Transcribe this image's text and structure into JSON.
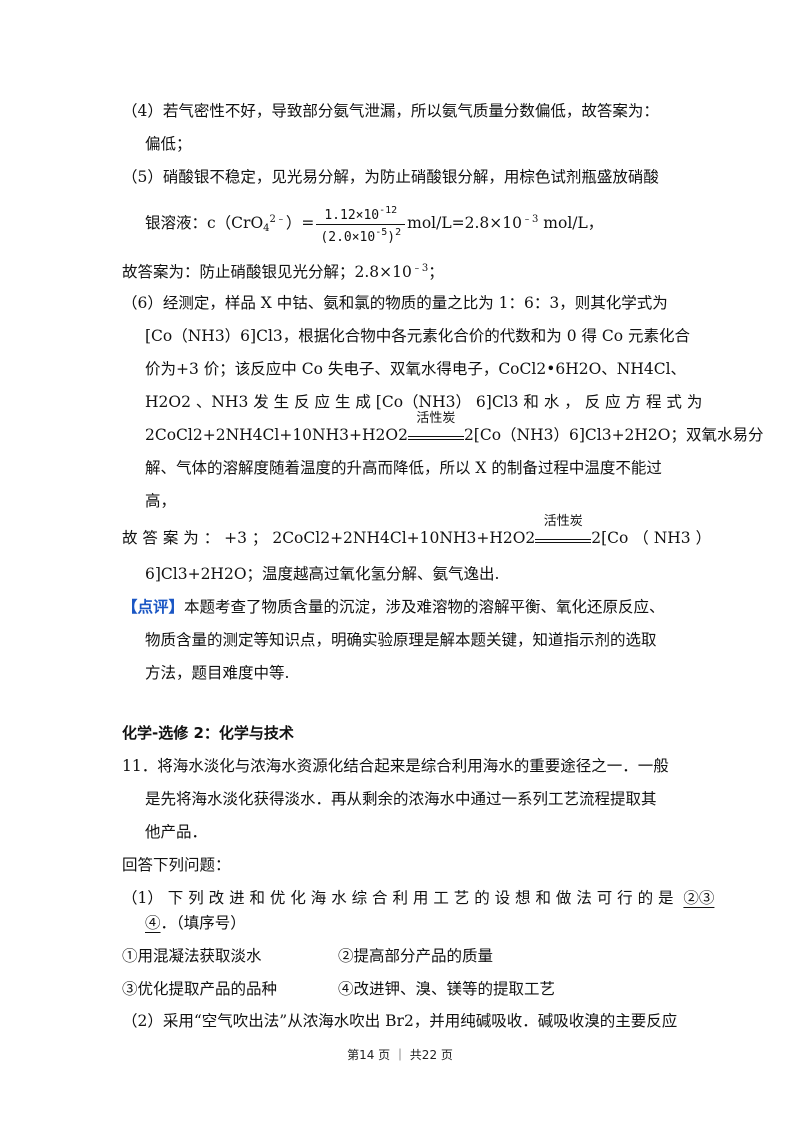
{
  "q4": {
    "line1": "（4）若气密性不好，导致部分氨气泄漏，所以氨气质量分数偏低，故答案为：",
    "line2": "偏低；"
  },
  "q5": {
    "line1": "（5）硝酸银不稳定，见光易分解，为防止硝酸银分解，用棕色试剂瓶盛放硝酸",
    "line2_prefix": "银溶液：c（CrO",
    "line2_sub": "4",
    "line2_sup": "2﹣",
    "line2_mid": "）=",
    "frac_num": "1.12×10",
    "frac_num_exp": "-12",
    "frac_den": "(2.0×10",
    "frac_den_exp": "-5",
    "frac_den_tail": ")",
    "frac_den_pow": "2",
    "line2_tail": "mol/L=2.8×10",
    "line2_tail_exp": "﹣3",
    "line2_unit": " mol/L，",
    "answer_prefix": "故答案为：防止硝酸银见光分解；2.8×10",
    "answer_exp": "﹣3",
    "answer_end": "；"
  },
  "q6": {
    "line1": "（6）经测定，样品 X 中钴、氨和氯的物质的量之比为 1：6：3，则其化学式为",
    "line2": "[Co（NH3）6]Cl3，根据化合物中各元素化合价的代数和为 0 得 Co 元素化合",
    "line3": "价为+3 价；该反应中 Co 失电子、双氧水得电子，CoCl2•6H2O、NH4Cl、",
    "line4": "H2O2 、NH3 发 生 反 应 生 成 [Co（NH3） 6]Cl3 和 水 ， 反 应 方 程 式 为",
    "catalyst": "活性炭",
    "line5_left": "2CoCl2+2NH4Cl+10NH3+H2O2",
    "line5_right": "2[Co（NH3）6]Cl3+2H2O；双氧水易分",
    "line6": "解、气体的溶解度随着温度的升高而降低，所以 X 的制备过程中温度不能过",
    "line7": "高，",
    "answer_left": "故 答 案 为 ：  +3 ；  2CoCl2+2NH4Cl+10NH3+H2O2",
    "answer_right": "2[Co （ NH3 ）",
    "answer_line2": "6]Cl3+2H2O；温度越高过氧化氢分解、氨气逸出."
  },
  "comment": {
    "tag": "【点评】",
    "line1": "本题考查了物质含量的沉淀，涉及难溶物的溶解平衡、氧化还原反应、",
    "line2": "物质含量的测定等知识点，明确实验原理是解本题关键，知道指示剂的选取",
    "line3": "方法，题目难度中等."
  },
  "section": {
    "heading": "化学-选修 2：化学与技术"
  },
  "q11": {
    "line1": "11．将海水淡化与浓海水资源化结合起来是综合利用海水的重要途径之一．一般",
    "line2": "是先将海水淡化获得淡水．再从剩余的浓海水中通过一系列工艺流程提取其",
    "line3": "他产品．",
    "prompt": "回答下列问题：",
    "sub1_text": "（1） 下 列 改 进 和 优 化 海 水 综 合 利 用 工 艺 的 设 想 和 做 法 可 行 的 是",
    "sub1_answer_a": "②③",
    "sub1_answer_b": "④",
    "sub1_tail": "．（填序号）",
    "opt1": "①用混凝法获取淡水",
    "opt2": "②提高部分产品的质量",
    "opt3": "③优化提取产品的品种",
    "opt4": "④改进钾、溴、镁等的提取工艺",
    "sub2": "（2）采用“空气吹出法”从浓海水吹出 Br2，并用纯碱吸收．碱吸收溴的主要反应"
  },
  "footer": {
    "text": "第14 页 ｜ 共22 页"
  }
}
